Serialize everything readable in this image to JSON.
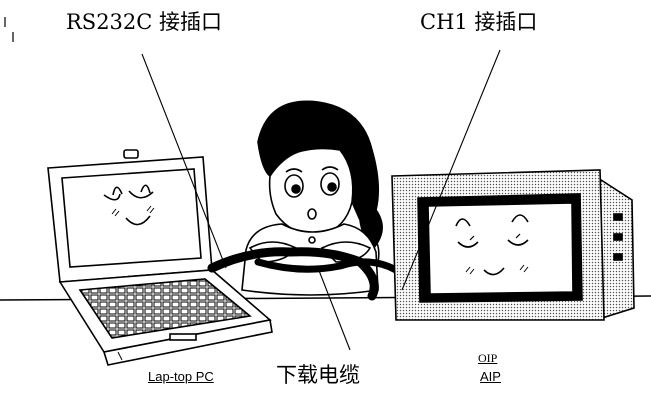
{
  "labels": {
    "rs232c_port": "RS232C 接插口",
    "ch1_port": "CH1 接插口",
    "download_cable": "下载电缆",
    "laptop": "Lap-top PC",
    "oip": "OIP",
    "aip": "AIP"
  },
  "icons": [
    "laptop-illustration",
    "girl-illustration",
    "oip-monitor-illustration",
    "cable-illustration"
  ]
}
